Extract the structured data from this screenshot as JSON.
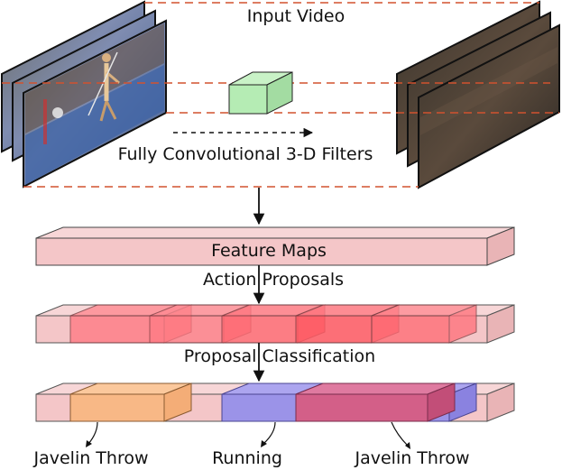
{
  "labels": {
    "input_video": "Input Video",
    "filters": "Fully Convolutional 3-D Filters",
    "feature_maps": "Feature Maps",
    "action_proposals": "Action Proposals",
    "proposal_classification": "Proposal Classification"
  },
  "class_labels": [
    "Javelin Throw",
    "Running",
    "Javelin Throw"
  ],
  "colors": {
    "frame_edge": "#1a1a1a",
    "dashed_red": "#d2522f",
    "filter_green": "#b5ecb4",
    "feature_pink": "#f4c6c8",
    "proposal_red": "#ff5a63",
    "orange": "#f8b886",
    "purple": "#9b93e8",
    "magenta": "#d35f88"
  }
}
